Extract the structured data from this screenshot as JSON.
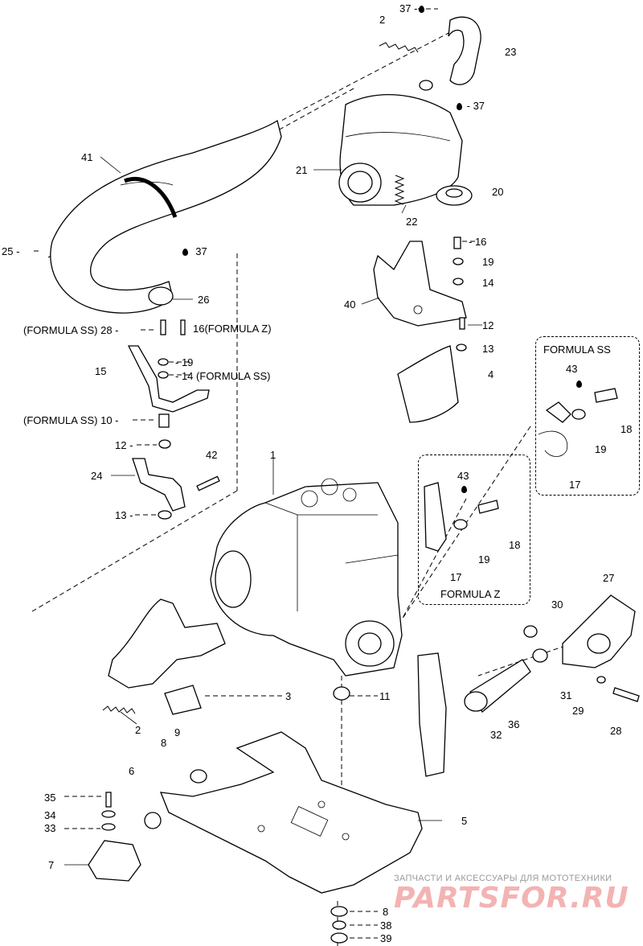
{
  "labels": {
    "l1": "1",
    "l2a": "2",
    "l2b": "2",
    "l3": "3",
    "l4": "4",
    "l5": "5",
    "l6": "6",
    "l7": "7",
    "l8a": "8",
    "l8b": "8",
    "l9": "9",
    "l10": "10",
    "l11": "11",
    "l12a": "12",
    "l12b": "12",
    "l13a": "13",
    "l13b": "13",
    "l14a": "14",
    "l14b": "14",
    "l15": "15",
    "l16a": "16",
    "l16b": "16",
    "l17a": "17",
    "l17b": "17",
    "l18a": "18",
    "l18b": "18",
    "l19a": "19",
    "l19b": "19",
    "l19c": "19",
    "l19d": "19",
    "l20": "20",
    "l21": "21",
    "l22": "22",
    "l23": "23",
    "l24": "24",
    "l25": "25",
    "l26": "26",
    "l27": "27",
    "l28a": "28",
    "l28b": "28",
    "l29": "29",
    "l30": "30",
    "l31": "31",
    "l32": "32",
    "l33": "33",
    "l34": "34",
    "l35": "35",
    "l36": "36",
    "l37a": "37",
    "l37b": "37",
    "l37c": "37",
    "l38": "38",
    "l39": "39",
    "l40": "40",
    "l41": "41",
    "l42": "42",
    "l43a": "43",
    "l43b": "43"
  },
  "variants": {
    "formula_ss_28": "(FORMULA SS)",
    "formula_z_16": "(FORMULA Z)",
    "formula_ss_14": "(FORMULA SS)",
    "formula_ss_10": "(FORMULA SS)",
    "box_formula_ss": "FORMULA SS",
    "box_formula_z": "FORMULA Z"
  },
  "watermark": {
    "tagline": "ЗАПЧАСТИ И АКСЕССУАРЫ ДЛЯ МОТОТЕХНИКИ",
    "logo": "PARTSFOR.RU",
    "color": "#f3b3b3"
  },
  "icons": {
    "oil_drop": "oil-drop-icon"
  }
}
